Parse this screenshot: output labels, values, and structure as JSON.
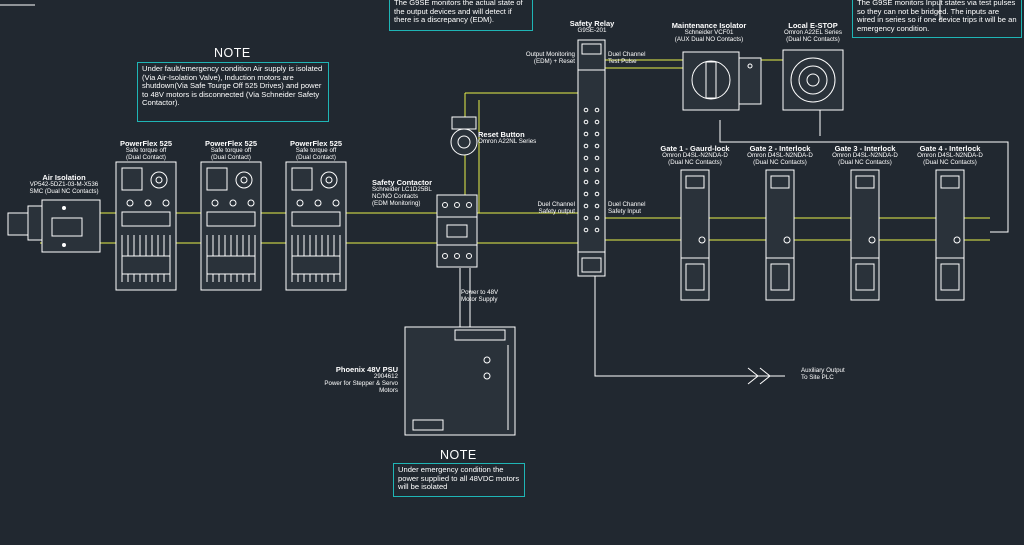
{
  "notes": {
    "edm": "The G9SE monitors the actual state of the output devices and will detect if there is a discrepancy (EDM).",
    "test_pulse": "The G9SE monitors Input states via test pulses so they can not be bridged. The inputs are wired in series so if one device trips it will be an emergency condition.",
    "air_title": "NOTE",
    "air": "Under fault/emergency condition Air supply is isolated (Via Air-Isolation Valve), Induction motors are shutdown(Via Safe Tourge Off 525 Drives) and power to 48V motors is disconnected (Via Schneider Safety Contactor).",
    "psu_title": "NOTE",
    "psu": "Under emergency condition the power supplied to all 48VDC motors will be isolated"
  },
  "devices": {
    "air_isolation": {
      "title": "Air Isolation",
      "sub1": "VP542-5DZ1-03-M-X536",
      "sub2": "SMC (Dual NC Contacts)"
    },
    "pf1": {
      "title": "PowerFlex 525",
      "sub1": "Safe torque off",
      "sub2": "(Dual Contact)"
    },
    "pf2": {
      "title": "PowerFlex 525",
      "sub1": "Safe torque off",
      "sub2": "(Dual Contact)"
    },
    "pf3": {
      "title": "PowerFlex 525",
      "sub1": "Safe torque off",
      "sub2": "(Dual Contact)"
    },
    "contactor": {
      "title": "Safety Contactor",
      "sub1": "Schneider LC1D25BL",
      "sub2": "NC/NO Contacts",
      "sub3": "(EDM Monitoring)"
    },
    "reset": {
      "title": "Reset Button",
      "sub1": "Omron A22NL Series"
    },
    "relay": {
      "title": "Safety Relay",
      "sub1": "G9SE-201"
    },
    "isolator": {
      "title": "Maintenance Isolator",
      "sub1": "Schneider VCF01",
      "sub2": "(AUX Dual NO Contacts)"
    },
    "estop": {
      "title": "Local E-STOP",
      "sub1": "Omron A22EL Series",
      "sub2": "(Dual NC Contacts)"
    },
    "gate1": {
      "title": "Gate 1 - Gaurd-lock",
      "sub1": "Omron D4SL-N2NDA-D",
      "sub2": "(Dual NC Contacts)"
    },
    "gate2": {
      "title": "Gate 2 - Interlock",
      "sub1": "Omron D4SL-N2NDA-D",
      "sub2": "(Dual NC Contacts)"
    },
    "gate3": {
      "title": "Gate 3 - Interlock",
      "sub1": "Omron D4SL-N2NDA-D",
      "sub2": "(Dual NC Contacts)"
    },
    "gate4": {
      "title": "Gate 4 - Interlock",
      "sub1": "Omron D4SL-N2NDA-D",
      "sub2": "(Dual NC Contacts)"
    },
    "psu": {
      "title": "Phoenix 48V PSU",
      "sub1": "2904612",
      "sub2": "Power for Stepper & Servo",
      "sub3": "Motors"
    }
  },
  "wire_labels": {
    "edm_in1": "Output Monitoring",
    "edm_in2": "(EDM) + Reset",
    "test_pulse1": "Duel Channel",
    "test_pulse2": "Test Pulse",
    "safety_out1": "Duel Channel",
    "safety_out2": "Safety output",
    "safety_in1": "Duel Channel",
    "safety_in2": "Safety Input",
    "power48_1": "Power to 48V",
    "power48_2": "Motor Supply",
    "aux1": "Auxiliary Output",
    "aux2": "To Site PLC"
  },
  "colors": {
    "background": "#212830",
    "wire_yellow": "#e8ef4a",
    "wire_white": "#ffffff",
    "note_border": "#1fb5b5"
  }
}
